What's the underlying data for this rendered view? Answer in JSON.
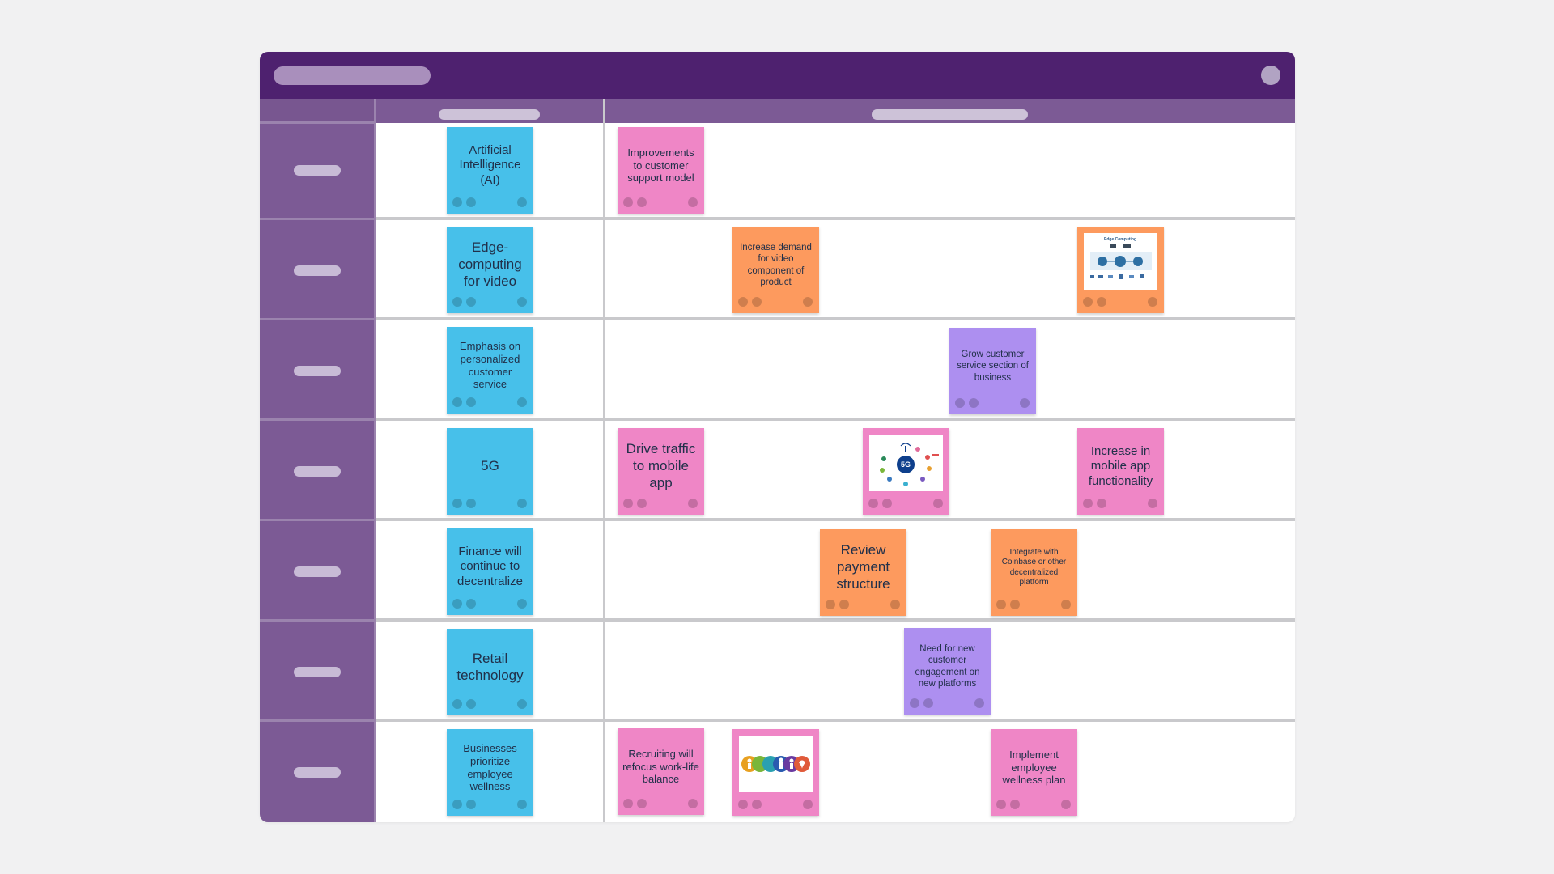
{
  "board": {
    "colors": {
      "topbar": "#4e216f",
      "header": "#7c5a95",
      "left_column": "#7c5a95",
      "sticky_blue": "#47c0ea",
      "sticky_pink": "#ef86c6",
      "sticky_orange": "#fd9a5e",
      "sticky_purple": "#ad8ff0"
    },
    "rows": [
      {
        "trend": "Artificial Intelligence (AI)",
        "notes": [
          {
            "text": "Improvements to customer support model",
            "color": "pink"
          }
        ]
      },
      {
        "trend": "Edge-computing for video",
        "notes": [
          {
            "text": "Increase demand for video component of product",
            "color": "orange"
          },
          {
            "image": "edge-computing-diagram",
            "image_caption": "Edge Computing",
            "color": "orange"
          }
        ]
      },
      {
        "trend": "Emphasis on personalized customer service",
        "notes": [
          {
            "text": "Grow customer service section of business",
            "color": "purple"
          }
        ]
      },
      {
        "trend": "5G",
        "notes": [
          {
            "text": "Drive traffic to mobile app",
            "color": "pink"
          },
          {
            "image": "5g-network-diagram",
            "image_caption": "5G",
            "color": "pink"
          },
          {
            "text": "Increase in mobile app functionality",
            "color": "pink"
          }
        ]
      },
      {
        "trend": "Finance will continue to decentralize",
        "notes": [
          {
            "text": "Review payment structure",
            "color": "orange"
          },
          {
            "text": "Integrate with Coinbase or other decentralized platform",
            "color": "orange"
          }
        ]
      },
      {
        "trend": "Retail technology",
        "notes": [
          {
            "text": "Need for new customer engagement on new platforms",
            "color": "purple"
          }
        ]
      },
      {
        "trend": "Businesses prioritize employee wellness",
        "notes": [
          {
            "text": "Recruiting will refocus work-life balance",
            "color": "pink"
          },
          {
            "image": "wellness-icons",
            "color": "pink"
          },
          {
            "text": "Implement employee wellness plan",
            "color": "pink"
          }
        ]
      }
    ]
  }
}
